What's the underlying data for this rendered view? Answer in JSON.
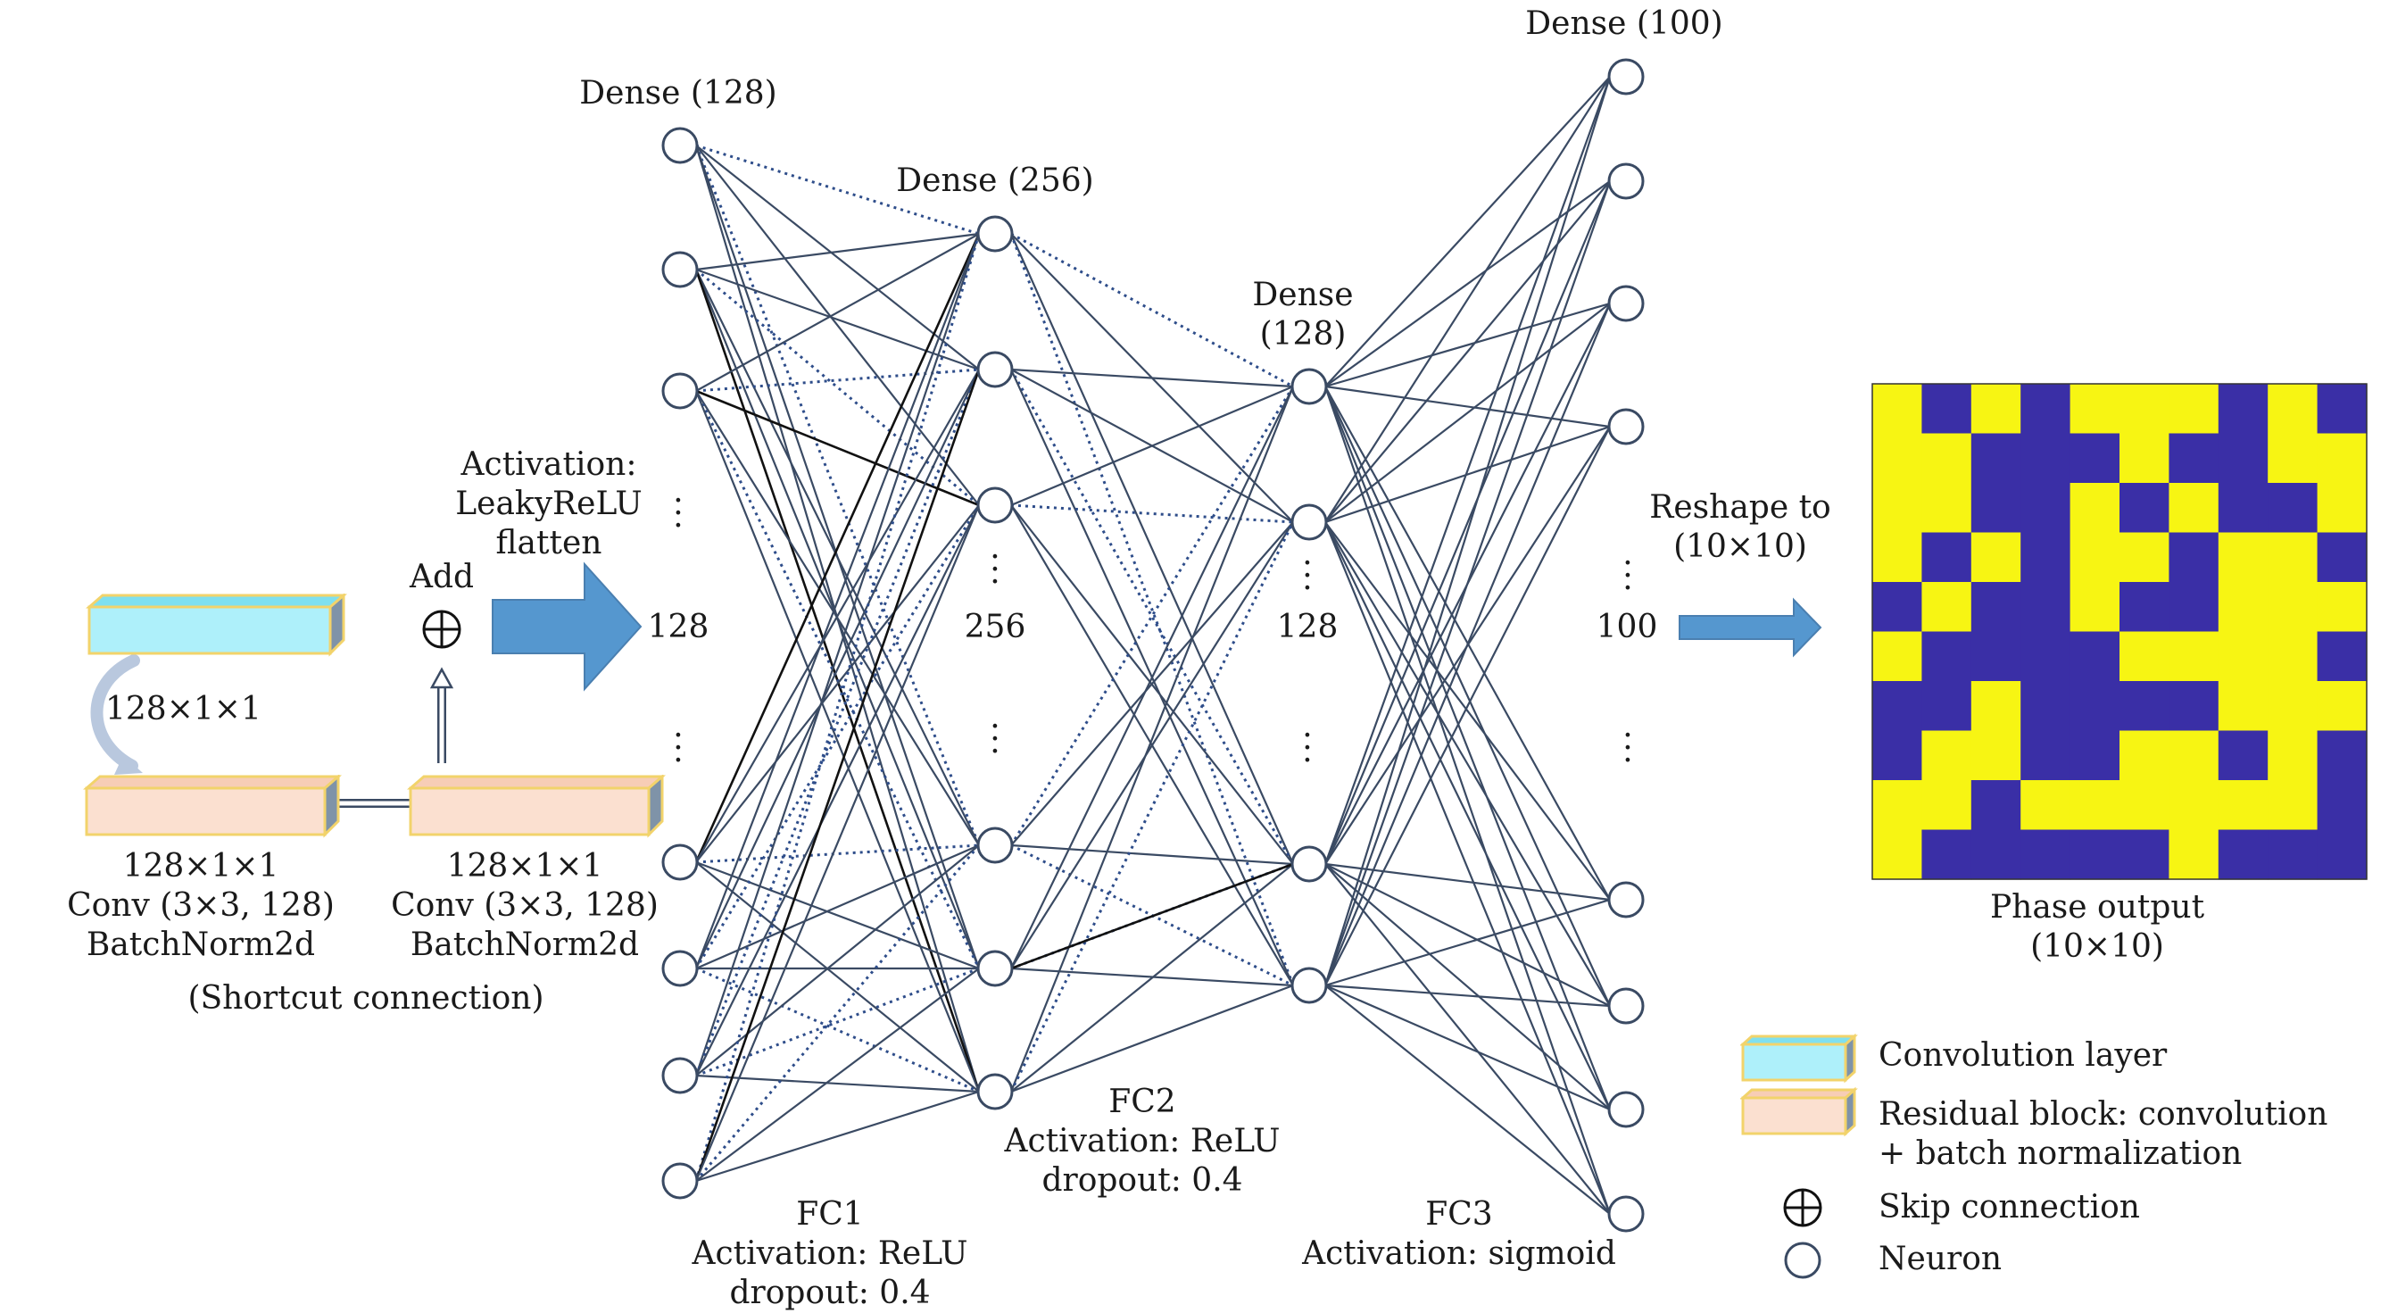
{
  "title": "",
  "colors": {
    "edge": "#3a4a63",
    "edge_dotted": "#2e4d8a",
    "edge_black": "#111111",
    "conv_face": "#aef0fa",
    "conv_top": "#7fe0ef",
    "res_face": "#fbe0d0",
    "res_top": "#f7cdb6",
    "box_border": "#f2d36b",
    "box_side": "#7f93a8",
    "arrow_blue": "#5597cf",
    "grid_yellow": "#f7f513",
    "grid_purple": "#3a2fa6"
  },
  "input_block": {
    "conv_size": "128×1×1",
    "res_a": {
      "size": "128×1×1",
      "line1": "Conv (3×3, 128)",
      "line2": "BatchNorm2d"
    },
    "res_b": {
      "size": "128×1×1",
      "line1": "Conv (3×3, 128)",
      "line2": "BatchNorm2d"
    },
    "shortcut_label": "(Shortcut connection)",
    "add_label": "Add",
    "add_symbol": "⊕",
    "activation": [
      "Activation:",
      "LeakyReLU",
      "flatten"
    ]
  },
  "layers": [
    {
      "title": "Dense (128)",
      "count": "128"
    },
    {
      "title": "Dense (256)",
      "count": "256"
    },
    {
      "title_lines": [
        "Dense",
        "(128)"
      ],
      "count": "128"
    },
    {
      "title": "Dense (100)",
      "count": "100"
    }
  ],
  "fc_labels": [
    {
      "name": "FC1",
      "activation": "Activation: ReLU",
      "dropout": "dropout: 0.4"
    },
    {
      "name": "FC2",
      "activation": "Activation: ReLU",
      "dropout": "dropout: 0.4"
    },
    {
      "name": "FC3",
      "activation": "Activation: sigmoid"
    }
  ],
  "reshape": [
    "Reshape to",
    "(10×10)"
  ],
  "phase_output": [
    "Phase output",
    "(10×10)"
  ],
  "phase_grid": [
    [
      0,
      1,
      0,
      1,
      0,
      0,
      0,
      1,
      0,
      1
    ],
    [
      0,
      0,
      1,
      1,
      1,
      0,
      1,
      1,
      0,
      0
    ],
    [
      0,
      0,
      1,
      1,
      0,
      1,
      0,
      1,
      1,
      0
    ],
    [
      0,
      1,
      0,
      1,
      0,
      0,
      1,
      0,
      0,
      1
    ],
    [
      1,
      0,
      1,
      1,
      0,
      1,
      1,
      0,
      0,
      0
    ],
    [
      0,
      1,
      1,
      1,
      1,
      0,
      0,
      0,
      0,
      1
    ],
    [
      1,
      1,
      0,
      1,
      1,
      1,
      1,
      0,
      0,
      0
    ],
    [
      1,
      0,
      0,
      1,
      1,
      0,
      0,
      1,
      0,
      1
    ],
    [
      0,
      0,
      1,
      0,
      0,
      0,
      0,
      0,
      0,
      1
    ],
    [
      0,
      1,
      1,
      1,
      1,
      1,
      0,
      1,
      1,
      1
    ]
  ],
  "legend": {
    "conv": "Convolution layer",
    "res_line1": "Residual block: convolution",
    "res_line2": "+ batch normalization",
    "skip_symbol": "⊕",
    "skip": "Skip connection",
    "neuron": "Neuron"
  }
}
